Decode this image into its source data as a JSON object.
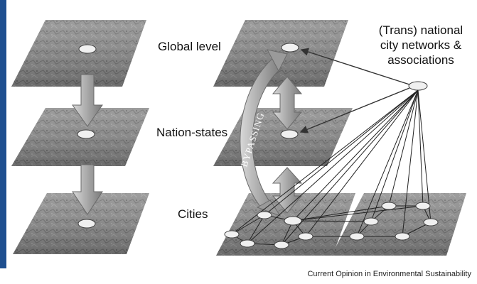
{
  "labels": {
    "global_level": "Global level",
    "nation_states": "Nation-states",
    "cities": "Cities",
    "bypassing": "BYPASSING",
    "network_line1": "(Trans) national",
    "network_line2": "city networks &",
    "network_line3": "associations"
  },
  "footer": "Current Opinion in Environmental Sustainability",
  "colors": {
    "accent_bar": "#1e4f8f",
    "plane": "#8a8a8a",
    "arrow": "#a9a9a9"
  }
}
